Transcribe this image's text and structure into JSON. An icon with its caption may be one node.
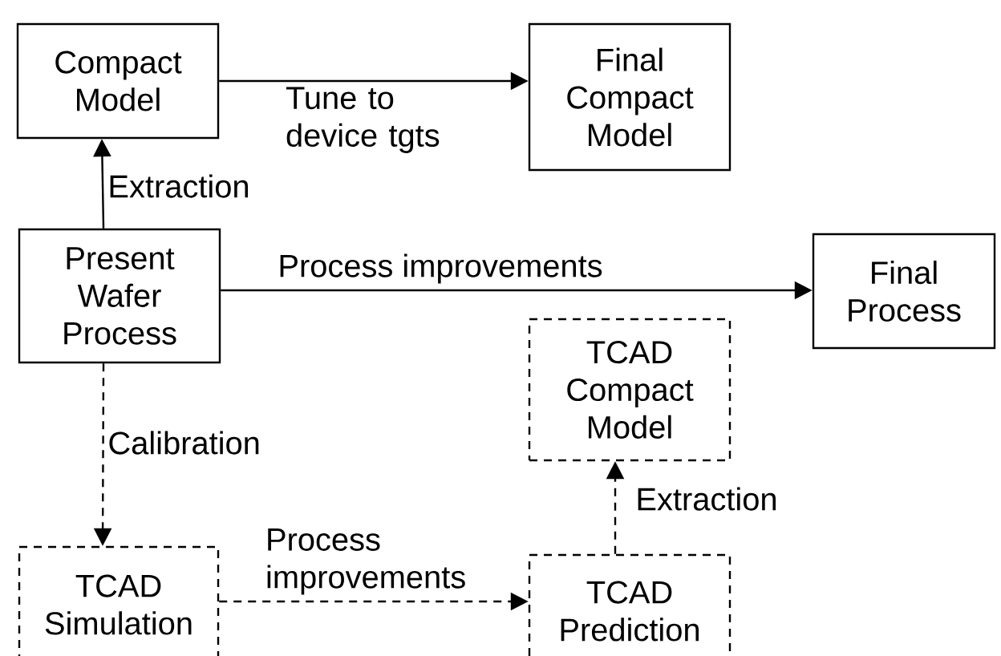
{
  "diagram": {
    "nodes": [
      {
        "text": [
          "Compact Model"
        ]
      },
      {
        "text": [
          "Final Compact Model"
        ]
      },
      {
        "text": [
          "Present Wafer Process"
        ]
      },
      {
        "text": [
          "Final Process"
        ]
      },
      {
        "text": [
          "TCAD Compact Model"
        ]
      },
      {
        "text": [
          "TCAD Simulation"
        ]
      },
      {
        "text": [
          "TCAD Prediction"
        ]
      }
    ],
    "edges": [
      {
        "from": 0,
        "to": 1,
        "arrow": "to",
        "label": "Tune to device tgts"
      },
      {
        "from": 2,
        "to": 0,
        "arrow": "to",
        "label": "Extraction"
      },
      {
        "from": 2,
        "to": 3,
        "arrow": "to",
        "label": "Process improvements"
      },
      {
        "from": 2,
        "to": 5,
        "arrow": "to",
        "label": "Calibration",
        "style": "dashed"
      },
      {
        "from": 5,
        "to": 6,
        "arrow": "to",
        "label": "Process improvements",
        "style": "dashed"
      },
      {
        "from": 6,
        "to": 4,
        "arrow": "to",
        "label": "Extraction",
        "style": "dashed"
      }
    ]
  }
}
